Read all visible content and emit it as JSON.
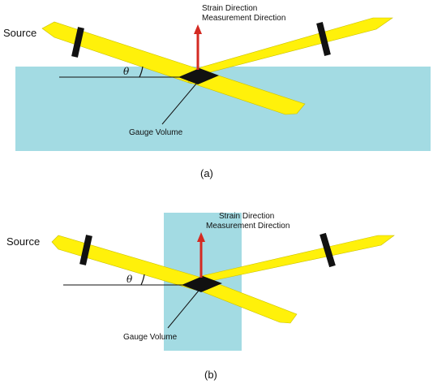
{
  "colors": {
    "sample": "#a3dbe3",
    "beam": "#fff10a",
    "beam_edge": "#c9bf00",
    "arrow": "#d42a22",
    "marker": "#111111"
  },
  "panel_a": {
    "source_label": "Source",
    "strain_label": "Strain Direction",
    "measurement_label": "Measurement Direction",
    "angle_label": "θ",
    "gauge_label": "Gauge Volume",
    "caption": "(a)"
  },
  "panel_b": {
    "source_label": "Source",
    "strain_label": "Strain Direction",
    "measurement_label": "Measurement Direction",
    "angle_label": "θ",
    "gauge_label": "Gauge Volume",
    "caption": "(b)"
  }
}
